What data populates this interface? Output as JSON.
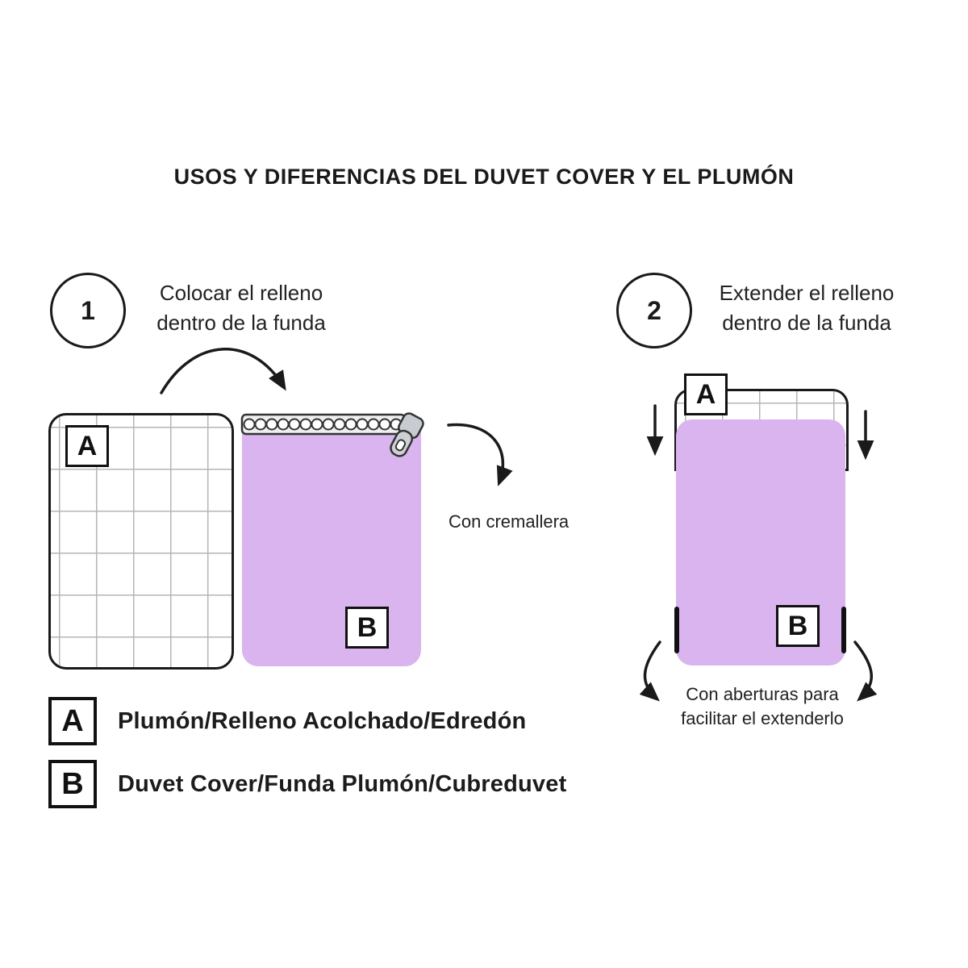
{
  "title": "USOS Y DIFERENCIAS DEL DUVET COVER Y EL PLUMÓN",
  "steps": [
    {
      "number": "1",
      "lines": [
        "Colocar el relleno",
        "dentro de la funda"
      ]
    },
    {
      "number": "2",
      "lines": [
        "Extender el relleno",
        "dentro de la funda"
      ]
    }
  ],
  "labels": {
    "a": "A",
    "b": "B"
  },
  "captions": {
    "zipper": "Con cremallera",
    "openings_lines": [
      "Con aberturas para",
      "facilitar el extenderlo"
    ]
  },
  "legend": [
    {
      "key": "A",
      "text": "Plumón/Relleno Acolchado/Edredón"
    },
    {
      "key": "B",
      "text": "Duvet Cover/Funda Plumón/Cubreduvet"
    }
  ],
  "colors": {
    "duvet_purple": "#d9b4ef",
    "ink": "#1a1a1a",
    "grid_gray": "#b5b5b5",
    "zipper_gray": "#c8ccd1"
  }
}
